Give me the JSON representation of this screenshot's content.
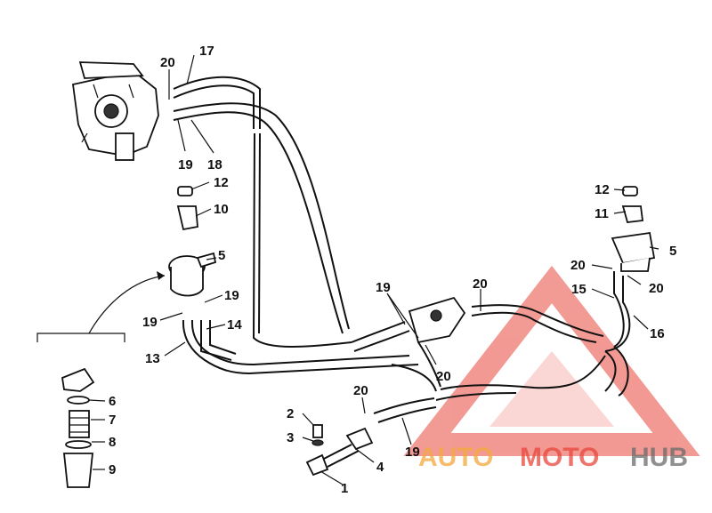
{
  "callouts": {
    "c17": "17",
    "c20a": "20",
    "c19a": "19",
    "c18": "18",
    "c12a": "12",
    "c10": "10",
    "c5a": "5",
    "c19b": "19",
    "c19c": "19",
    "c14": "14",
    "c13": "13",
    "c6": "6",
    "c7": "7",
    "c8": "8",
    "c9": "9",
    "c19d": "19",
    "c20b": "20",
    "c20c": "20",
    "c2": "2",
    "c3": "3",
    "c4": "4",
    "c1": "1",
    "c19e": "19",
    "c20d": "20",
    "c12b": "12",
    "c11": "11",
    "c5b": "5",
    "c20e": "20",
    "c20f": "20",
    "c15": "15",
    "c16": "16"
  },
  "watermark": {
    "part1": "AUTO",
    "part2": "MOTO",
    "part3": "HUB",
    "color_red": "#e8473c",
    "color_orange": "#f4a93b",
    "color_gray": "#6b6b6b"
  }
}
